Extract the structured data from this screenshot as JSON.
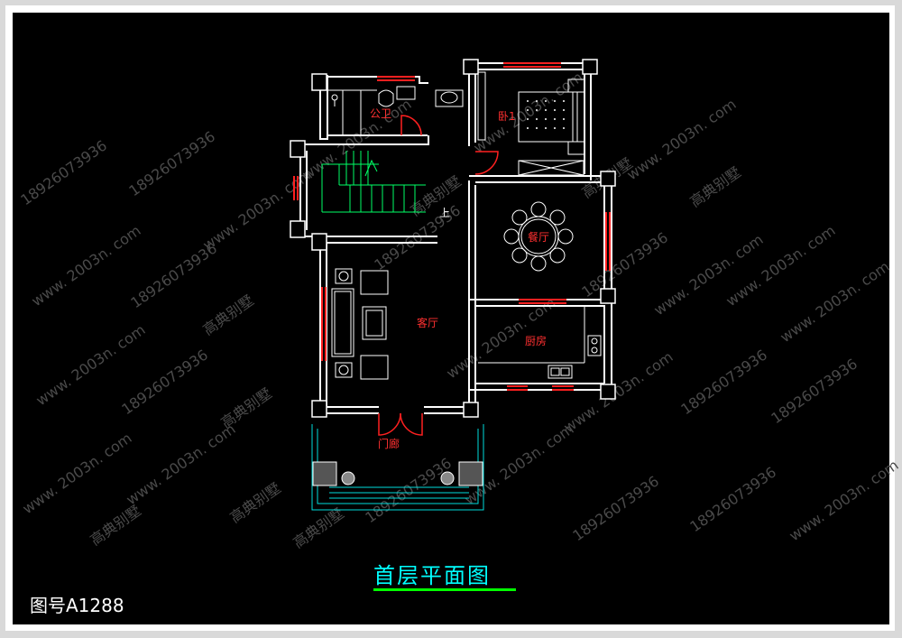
{
  "colors": {
    "background": "#000000",
    "wall": "#ffffff",
    "window": "#ff2020",
    "stairs": "#00ff66",
    "fixture": "#ffffff",
    "room_label": "#ff3030",
    "title": "#00ffff",
    "title_underline": "#00ff00",
    "watermark": "#4a4a4a",
    "porch": "#00dddd"
  },
  "rooms": {
    "bathroom": "公卫",
    "bedroom": "卧1",
    "dining": "餐厅",
    "living": "客厅",
    "kitchen": "厨房",
    "porch": "门廊",
    "stair_up": "上"
  },
  "title": "首层平面图",
  "drawing_number": "图号A1288",
  "watermark": {
    "website": "www. 2003n. com",
    "phone": "18926073936",
    "brand": "高典别墅"
  },
  "icons": {
    "dining_table": "round-table-icon",
    "sofa": "sofa-icon",
    "bed": "bed-icon",
    "stove": "stove-icon",
    "sink": "sink-icon",
    "toilet": "toilet-icon",
    "column": "column-icon"
  }
}
